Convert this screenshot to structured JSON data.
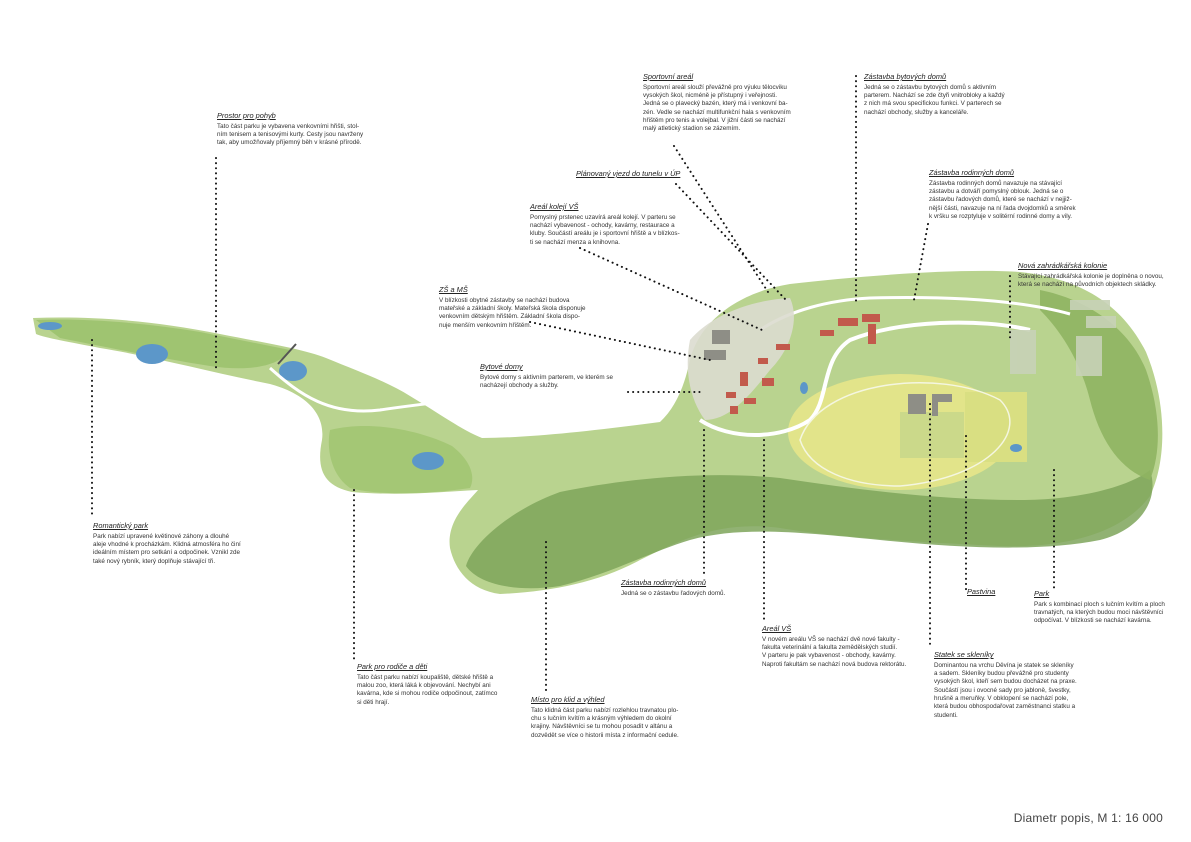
{
  "colors": {
    "park_light": "#b9d38f",
    "park_mid": "#a4c775",
    "forest_dark": "#7ea45a",
    "meadow_yellow": "#e2e48a",
    "water": "#5c97c9",
    "building_red": "#c25a4c",
    "road": "#ffffff",
    "leader_dots": "#111111"
  },
  "annotations": [
    {
      "id": "prostor-pro-pohyb",
      "title": "Prostor pro pohyb",
      "text": "Tato část parku je vybavena venkovními hřišti, stol-\nním tenisem a tenisovými kurty. Cesty jsou navrženy\ntak, aby umožňovaly příjemný běh v krásné přírodě."
    },
    {
      "id": "sportovni-areal",
      "title": "Sportovní areál",
      "text": "Sportovní areál slouží převážně pro výuku tělocviku\nvysokých škol, nicméně je přístupný i veřejnosti.\nJedná se o plavecký bazén, který má i venkovní ba-\nzén. Vedle se nachází multifunkční hala s venkovním\nhřištěm pro tenis a volejbal. V jižní části se nachází\nmalý atletický stadion se zázemím."
    },
    {
      "id": "zastavba-bytovych-domu",
      "title": "Zástavba bytových domů",
      "text": "Jedná se o zástavbu bytových domů s aktivním\nparterem. Nachází se zde čtyři vnitrobloky a každý\nz nich má svou specifickou funkci. V parterech se\nnachází obchody, služby a kanceláře."
    },
    {
      "id": "planovany-vjezd",
      "title": "Plánovaný vjezd do tunelu v ÚP",
      "text": ""
    },
    {
      "id": "zastavba-rodinnych-domu-1",
      "title": "Zástavba rodinných domů",
      "text": "Zástavba rodinných domů navazuje na stávající\nzástavbu a dotváří pomyslný oblouk. Jedná se o\nzástavbu řadových domů, které se nachází v nejjiž-\nnější části, navazuje na ní řada dvojdomků a směrek\nk vršku se rozptyluje v solitérní rodinné domy a vily."
    },
    {
      "id": "areal-koleji",
      "title": "Areál kolejí VŠ",
      "text": "Pomyslný prstenec uzavírá areál kolejí. V parteru se\nnachází vybavenost - ochody, kavárny, restaurace a\nkluby. Součástí areálu je i sportovní hřiště a v blízkos-\nti se nachází menza a knihovna."
    },
    {
      "id": "nova-zahradkarska-kolonie",
      "title": "Nová zahrádkářská kolonie",
      "text": "Stávající zahrádkářská kolonie je doplněna o novou,\nkterá se nachází na původních objektech skládky."
    },
    {
      "id": "zs-a-ms",
      "title": "ZŠ a MŠ",
      "text": "V blízkosti obytné zástavby se nachází budova\nmateřské a základní školy. Mateřská škola disponuje\nvenkovním dětským hřištěm. Základní škola dispo-\nnuje menším venkovním hřištěm."
    },
    {
      "id": "bytove-domy",
      "title": "Bytové domy",
      "text": "Bytové domy s aktivním parterem, ve kterém se\nnacházejí obchody a služby."
    },
    {
      "id": "romanticky-park",
      "title": "Romantický park",
      "text": "Park nabízí upravené květinové záhony a dlouhé\naleje vhodné k procházkám. Klidná atmosféra ho činí\nideálním místem pro setkání a odpočinek. Vznikl zde\ntaké nový rybník, který doplňuje stávající tři."
    },
    {
      "id": "zastavba-rodinnych-domu-2",
      "title": "Zástavba rodinných domů",
      "text": "Jedná se o zástavbu řadových domů."
    },
    {
      "id": "pastvina",
      "title": "Pastvina",
      "text": ""
    },
    {
      "id": "park",
      "title": "Park",
      "text": "Park s kombinací ploch s lučním kvítím a ploch\ntravnatých, na kterých budou moci návštěvníci\nodpočívat. V blízkosti se nachází kavárna."
    },
    {
      "id": "areal-vs",
      "title": "Areál VŠ",
      "text": "V novém areálu VŠ se nachází dvě nové fakulty -\nfakulta veterinální a fakulta zemědělských studií.\nV parteru je pak vybavenost - obchody, kavárny.\nNaproti fakultám se nachází nová budova rektorátu."
    },
    {
      "id": "statek-se-sklenky",
      "title": "Statek se skleníky",
      "text": "Dominantou na vrchu Děvína je statek se skleníky\na sadem. Skleníky budou převážně pro studenty\nvysokých škol, kteří sem budou docházet na praxe.\nSoučástí jsou i ovocné sady pro jabloně, švestky,\nhrušně a meruňky. V obklopení se nachází pole,\nkterá budou obhospodařovat zaměstnanci statku a\nstudenti."
    },
    {
      "id": "park-pro-rodice",
      "title": "Park pro rodiče a děti",
      "text": "Tato část parku nabízí koupaliště, dětské hřiště a\nmalou zoo, která láká k objevování. Nechybí ani\nkavárna, kde si mohou rodiče odpočinout, zatímco\nsi děti hrají."
    },
    {
      "id": "misto-pro-klid",
      "title": "Místo pro klid a výhled",
      "text": "Tato klidná část parku nabízí rozlehlou travnatou plo-\nchu s lučním kvítím a krásným výhledem do okolní\nkrajiny. Návštěvníci se tu mohou posadit v altánu a\ndozvědět se více o historii místa z informační cedule."
    }
  ],
  "footer": {
    "caption": "Diametr  popis, M 1: 16 000"
  }
}
